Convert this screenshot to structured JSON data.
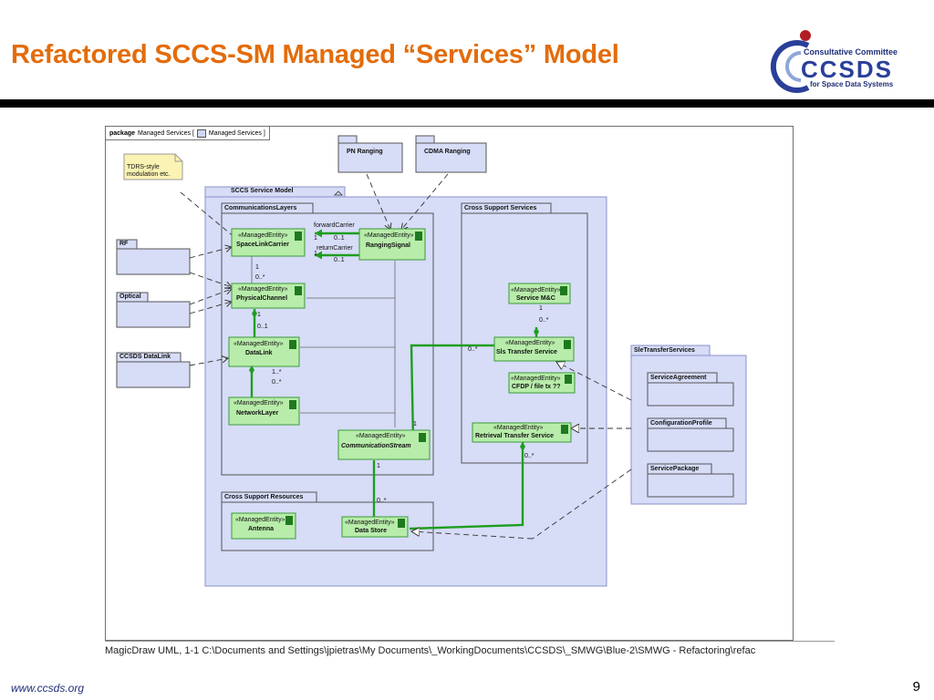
{
  "slide": {
    "title": "Refactored SCCS-SM Managed “Services” Model",
    "logo": {
      "line1": "Consultative Committee",
      "wordmark": "CCSDS",
      "line3": "for Space Data Systems"
    },
    "footer_url": "www.ccsds.org",
    "page_number": "9"
  },
  "diagram": {
    "frame_keyword": "package",
    "frame_name": "Managed Services [",
    "frame_diagram_name": "Managed Services ]",
    "caption": "MagicDraw UML, 1-1 C:\\Documents and Settings\\jpietras\\My Documents\\_WorkingDocuments\\CCSDS\\_SMWG\\Blue-2\\SMWG - Refactoring\\refac",
    "note": "TDRS-style modulation etc.",
    "stereotype": "«ManagedEntity»",
    "packages": {
      "pn_ranging": "PN Ranging",
      "cdma_ranging": "CDMA Ranging",
      "rf": "RF",
      "optical": "Optical",
      "ccsds_datalink": "CCSDS DataLink",
      "sccs_service_model": "SCCS Service Model",
      "communications_layers": "CommunicationsLayers",
      "cross_support_services": "Cross Support Services",
      "cross_support_resources": "Cross Support Resources",
      "sle_transfer_services": "SleTransferServices",
      "service_agreement": "ServiceAgreement",
      "configuration_profile": "ConfigurationProfile",
      "service_package": "ServicePackage"
    },
    "classes": {
      "space_link_carrier": "SpaceLinkCarrier",
      "ranging_signal": "RangingSignal",
      "physical_channel": "PhysicalChannel",
      "data_link": "DataLink",
      "network_layer": "NetworkLayer",
      "communication_stream": "CommunicationStream",
      "service_mc": "Service M&C",
      "sls_transfer_service": "Sls Transfer Service",
      "cfdp_file_tx": "CFDP / file tx ??",
      "retrieval_transfer_service": "Retrieval Transfer Service",
      "antenna": "Antenna",
      "data_store": "Data Store"
    },
    "edge_labels": {
      "forward_carrier": "forwardCarrier",
      "return_carrier": "returnCarrier",
      "m_1a": "1",
      "m_01a": "0..1",
      "m_1b": "1",
      "m_01b": "0..1",
      "m_1c": "1",
      "m_0sa": "0..*",
      "m_1d": "1",
      "m_01c": "0..1",
      "m_1sa": "1..*",
      "m_0sb": "0..*",
      "m_1e": "1",
      "m_1f": "1",
      "m_0sc": "0..*",
      "m_0sd": "0..*",
      "m_1g": "1",
      "m_0se": "0..*",
      "m_0sf": "0..*"
    },
    "colors": {
      "title": "#e36c0a",
      "package_fill": "#d7dcf7",
      "package_border": "#8a90c8",
      "class_fill": "#b8ecaa",
      "class_border": "#3a9a3a",
      "association": "#1e9e1e",
      "note_fill": "#fbf3b3"
    }
  }
}
